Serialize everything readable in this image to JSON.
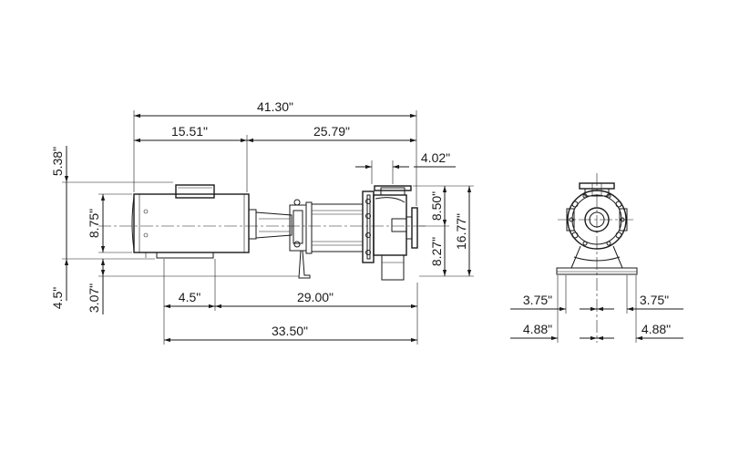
{
  "dimensions": {
    "overall_length": "41.30\"",
    "motor_length": "15.51\"",
    "pump_length": "25.79\"",
    "suction_offset": "4.02\"",
    "motor_height_top": "5.38\"",
    "motor_diameter": "8.75\"",
    "base_height": "4.5\"",
    "foot_height": "3.07\"",
    "discharge_height": "8.50\"",
    "overall_height": "16.77\"",
    "suction_height": "8.27\"",
    "foot_offset": "4.5\"",
    "foot_span": "29.00\"",
    "base_length": "33.50\"",
    "end_half_inner_left": "3.75\"",
    "end_half_inner_right": "3.75\"",
    "end_half_outer_left": "4.88\"",
    "end_half_outer_right": "4.88\""
  }
}
